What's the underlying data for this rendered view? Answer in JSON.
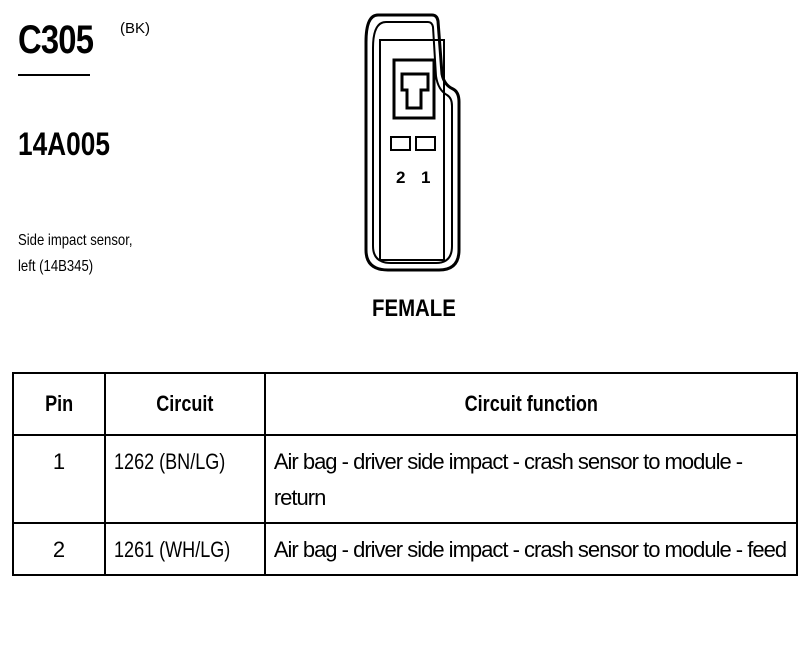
{
  "connector": {
    "id": "C305",
    "color_code": "(BK)",
    "part_number": "14A005",
    "description_line1": "Side impact sensor,",
    "description_line2": "left (14B345)",
    "gender": "FEMALE",
    "pin_labels": [
      "2",
      "1"
    ]
  },
  "table": {
    "headers": [
      "Pin",
      "Circuit",
      "Circuit function"
    ],
    "rows": [
      {
        "pin": "1",
        "circuit": "1262 (BN/LG)",
        "function": "Air bag - driver side impact - crash sensor to module - return"
      },
      {
        "pin": "2",
        "circuit": "1261 (WH/LG)",
        "function": "Air bag - driver side impact - crash sensor to module - feed"
      }
    ]
  }
}
